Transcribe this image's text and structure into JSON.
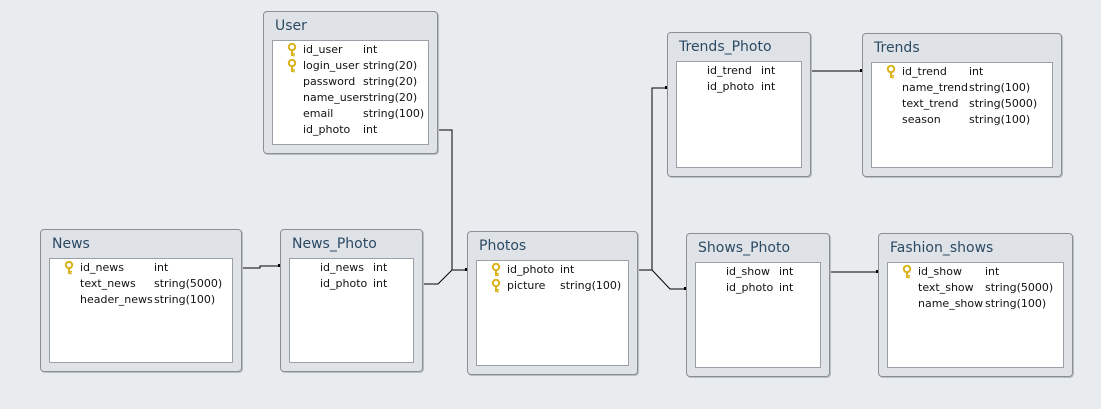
{
  "tables": [
    {
      "id": "user",
      "title": "User",
      "fields": [
        {
          "name": "id_user",
          "type": "int",
          "key": true
        },
        {
          "name": "login_user",
          "type": "string(20)",
          "key": true
        },
        {
          "name": "password",
          "type": "string(20)",
          "key": false
        },
        {
          "name": "name_user",
          "type": "string(20)",
          "key": false
        },
        {
          "name": "email",
          "type": "string(100)",
          "key": false
        },
        {
          "name": "id_photo",
          "type": "int",
          "key": false
        }
      ]
    },
    {
      "id": "trends-photo",
      "title": "Trends_Photo",
      "fields": [
        {
          "name": "id_trend",
          "type": "int",
          "key": false
        },
        {
          "name": "id_photo",
          "type": "int",
          "key": false
        }
      ]
    },
    {
      "id": "trends",
      "title": "Trends",
      "fields": [
        {
          "name": "id_trend",
          "type": "int",
          "key": true
        },
        {
          "name": "name_trend",
          "type": "string(100)",
          "key": false
        },
        {
          "name": "text_trend",
          "type": "string(5000)",
          "key": false
        },
        {
          "name": "season",
          "type": "string(100)",
          "key": false
        }
      ]
    },
    {
      "id": "news",
      "title": "News",
      "fields": [
        {
          "name": "id_news",
          "type": "int",
          "key": true
        },
        {
          "name": "text_news",
          "type": "string(5000)",
          "key": false
        },
        {
          "name": "header_news",
          "type": "string(100)",
          "key": false
        }
      ]
    },
    {
      "id": "news-photo",
      "title": "News_Photo",
      "fields": [
        {
          "name": "id_news",
          "type": "int",
          "key": false
        },
        {
          "name": "id_photo",
          "type": "int",
          "key": false
        }
      ]
    },
    {
      "id": "photos",
      "title": "Photos",
      "fields": [
        {
          "name": "id_photo",
          "type": "int",
          "key": true
        },
        {
          "name": "picture",
          "type": "string(100)",
          "key": true
        }
      ]
    },
    {
      "id": "shows-photo",
      "title": "Shows_Photo",
      "fields": [
        {
          "name": "id_show",
          "type": "int",
          "key": false
        },
        {
          "name": "id_photo",
          "type": "int",
          "key": false
        }
      ]
    },
    {
      "id": "fashion-shows",
      "title": "Fashion_shows",
      "fields": [
        {
          "name": "id_show",
          "type": "int",
          "key": true
        },
        {
          "name": "text_show",
          "type": "string(5000)",
          "key": false
        },
        {
          "name": "name_show",
          "type": "string(100)",
          "key": false
        }
      ]
    }
  ],
  "colors": {
    "background": "#e9ecef",
    "table_header": "#dfe3e8",
    "title_text": "#2b4a63",
    "connector": "#000000",
    "key_icon": "#d9b21c"
  }
}
